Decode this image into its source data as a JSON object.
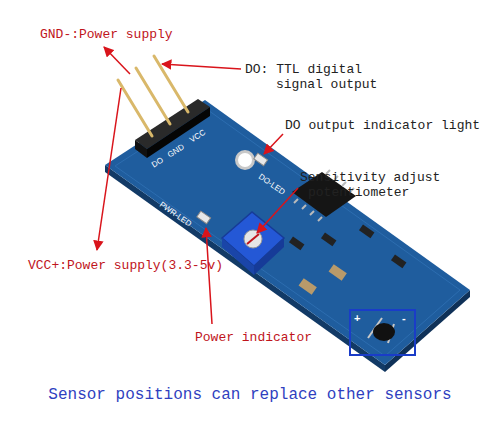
{
  "diagram": {
    "caption": "Sensor positions can replace other sensors",
    "labels": [
      "GND-:Power supply",
      "DO: TTL digital signal output",
      "DO output indicator light",
      "Sensitivity adjust potentiometer",
      "VCC+:Power supply(3.3-5v)",
      "Power indicator",
      "DO",
      "GND",
      "VCC",
      "DO-LED",
      "PWR-LED",
      "+",
      "-"
    ]
  }
}
